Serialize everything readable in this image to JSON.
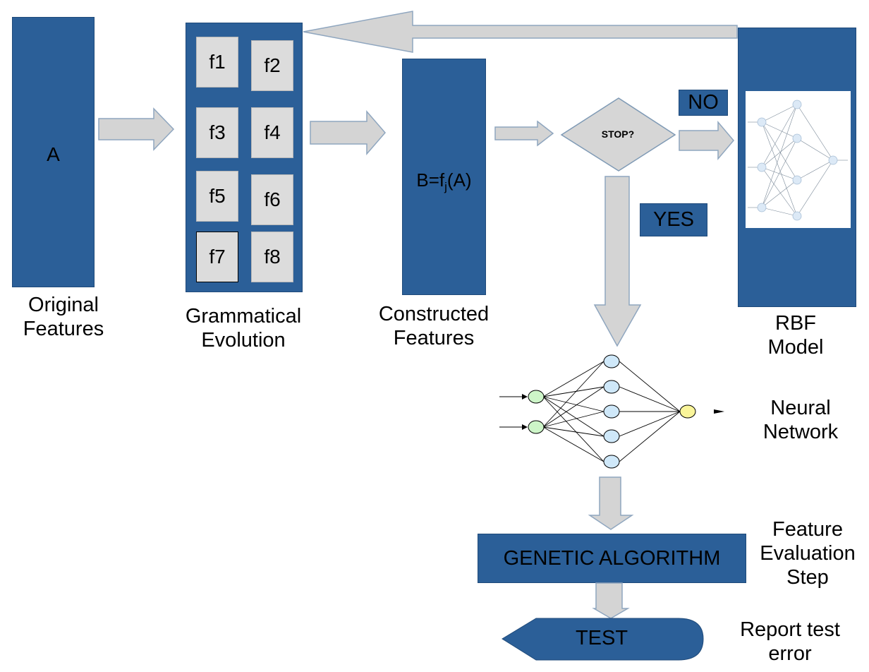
{
  "original": {
    "box_text": "A",
    "caption_line1": "Original",
    "caption_line2": "Features"
  },
  "grammatical": {
    "functions": [
      "f1",
      "f2",
      "f3",
      "f4",
      "f5",
      "f6",
      "f7",
      "f8"
    ],
    "caption_line1": "Grammatical",
    "caption_line2": "Evolution"
  },
  "constructed": {
    "formula_prefix": "B=f",
    "formula_sub": "j",
    "formula_suffix": "(A)",
    "caption_line1": "Constructed",
    "caption_line2": "Features"
  },
  "decision": {
    "text": "STOP?",
    "no_label": "NO",
    "yes_label": "YES"
  },
  "rbf": {
    "caption_line1": "RBF",
    "caption_line2": "Model"
  },
  "neural": {
    "caption_line1": "Neural",
    "caption_line2": "Network"
  },
  "genetic": {
    "text": "GENETIC ALGORITHM",
    "caption_line1": "Feature",
    "caption_line2": "Evaluation",
    "caption_line3": "Step"
  },
  "test": {
    "text": "TEST",
    "caption_line1": "Report test",
    "caption_line2": "error"
  },
  "colors": {
    "box_blue": "#2b5f98",
    "arrow_gray": "#d4d4d4",
    "input_node": "#cdf5c8",
    "hidden_node": "#cfe8f9",
    "output_node": "#faf59a"
  }
}
